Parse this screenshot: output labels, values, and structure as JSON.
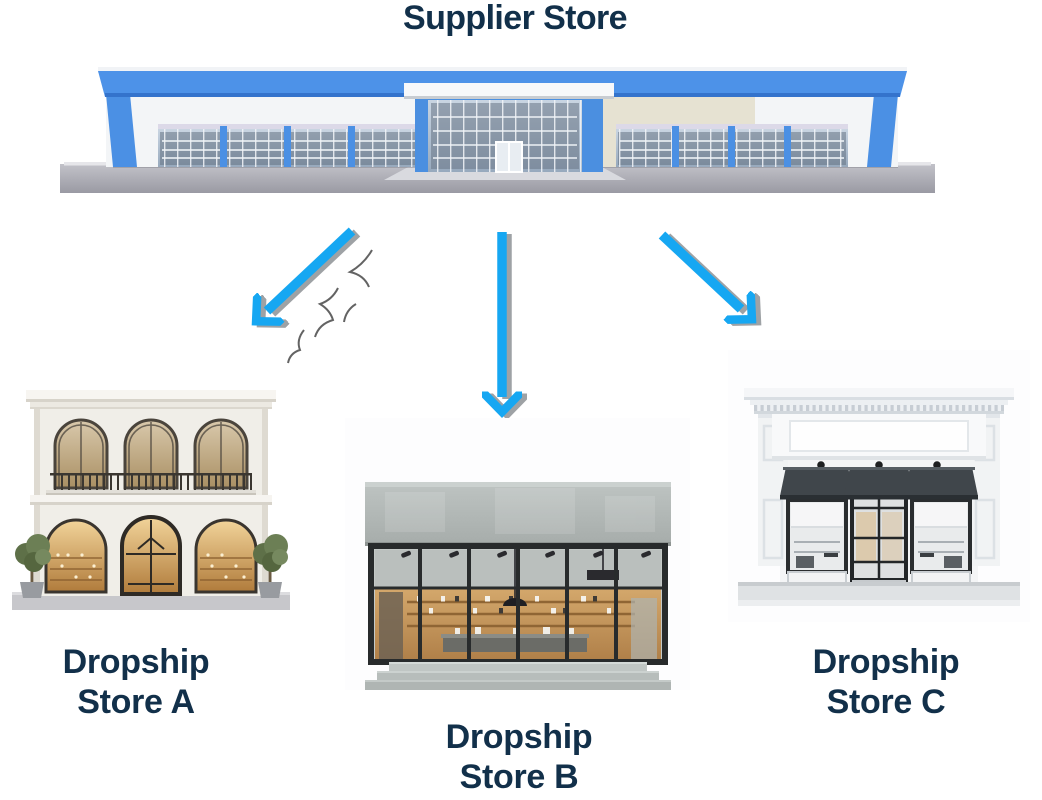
{
  "diagram": {
    "title": "Supplier Store",
    "supplier": {
      "label": "Supplier Store",
      "image": "blue-white-supplier-warehouse-storefront-photo"
    },
    "stores": [
      {
        "id": "store-a",
        "label": "Dropship Store A",
        "image": "two-story-classical-white-boutique-photo"
      },
      {
        "id": "store-b",
        "label": "Dropship Store B",
        "image": "modern-concrete-glass-storefront-photo"
      },
      {
        "id": "store-c",
        "label": "Dropship Store C",
        "image": "white-classical-storefront-dark-awnings-photo"
      }
    ],
    "edges": [
      {
        "from": "Supplier Store",
        "to": "Dropship Store A"
      },
      {
        "from": "Supplier Store",
        "to": "Dropship Store B"
      },
      {
        "from": "Supplier Store",
        "to": "Dropship Store C"
      }
    ],
    "colors": {
      "arrow": "#16A7F2",
      "arrow_shadow": "#8E9296",
      "label_text": "#12304A",
      "supplier_blue": "#4D92E8",
      "background": "#FFFFFF"
    }
  }
}
